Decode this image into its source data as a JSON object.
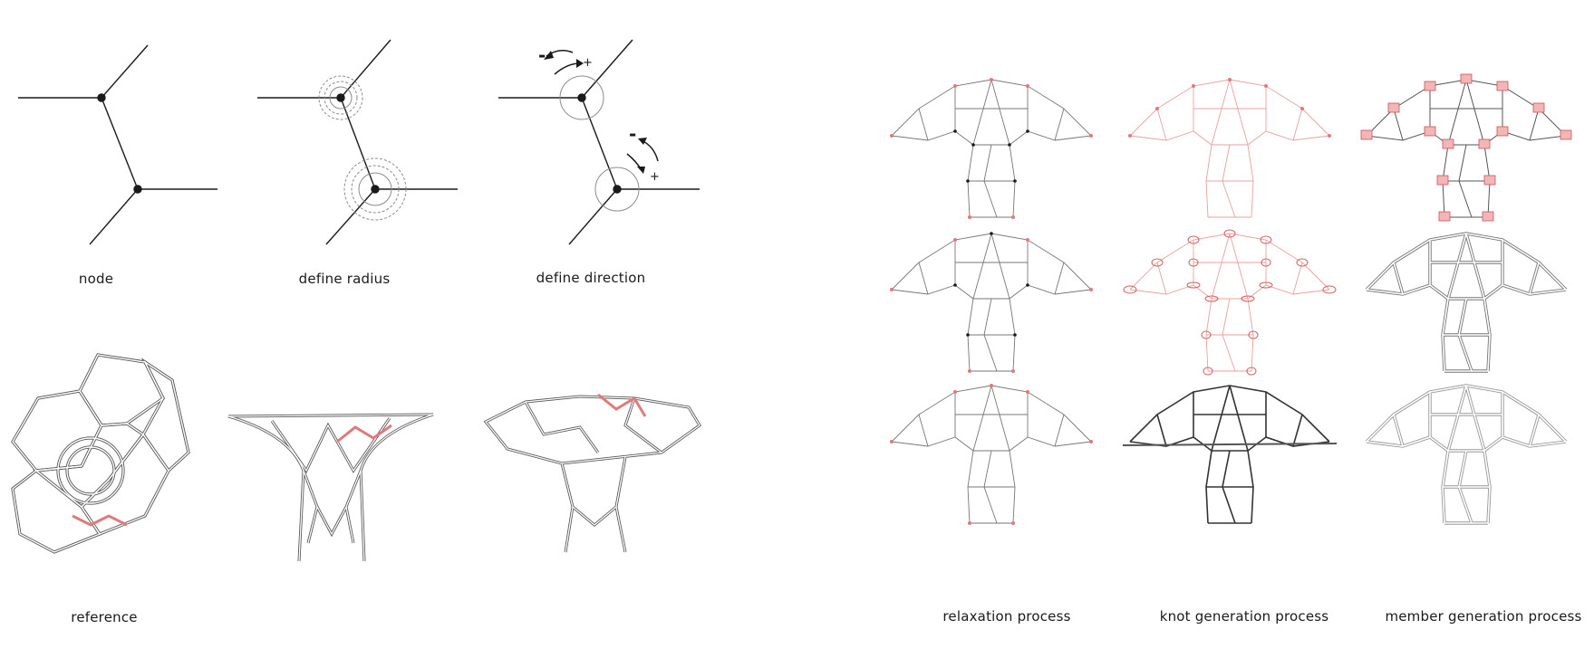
{
  "labels": {
    "node": "node",
    "define_radius": "define radius",
    "define_direction": "define direction",
    "reference": "reference",
    "relaxation_process": "relaxation process",
    "knot_generation_process": "knot generation process",
    "member_generation_process": "member generation process"
  },
  "symbols": {
    "minus": "-",
    "plus": "+"
  },
  "colors": {
    "line": "#1a1a1a",
    "grey": "#8c8c8c",
    "light": "#c4c4c4",
    "accent": "#e07a7a",
    "accent_fill": "#f2b6b6"
  }
}
